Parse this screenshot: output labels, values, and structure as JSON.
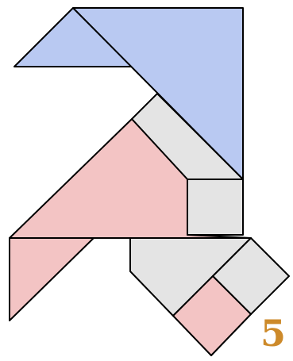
{
  "figure_label": "5",
  "colors": {
    "blue": "#b9c9f2",
    "pink": "#f3c4c4",
    "gray": "#e4e4e4",
    "label": "#cd8a2a",
    "outline": "#000000"
  },
  "pieces": [
    {
      "name": "small-blue-triangle",
      "color": "blue"
    },
    {
      "name": "large-blue-triangle",
      "color": "blue"
    },
    {
      "name": "gray-parallelogram",
      "color": "gray"
    },
    {
      "name": "large-pink-triangle",
      "color": "pink"
    },
    {
      "name": "gray-square",
      "color": "gray"
    },
    {
      "name": "pink-quadrilateral",
      "color": "pink"
    },
    {
      "name": "gray-trapezoid",
      "color": "gray"
    },
    {
      "name": "gray-diamond",
      "color": "gray"
    },
    {
      "name": "pink-diamond",
      "color": "pink"
    }
  ]
}
